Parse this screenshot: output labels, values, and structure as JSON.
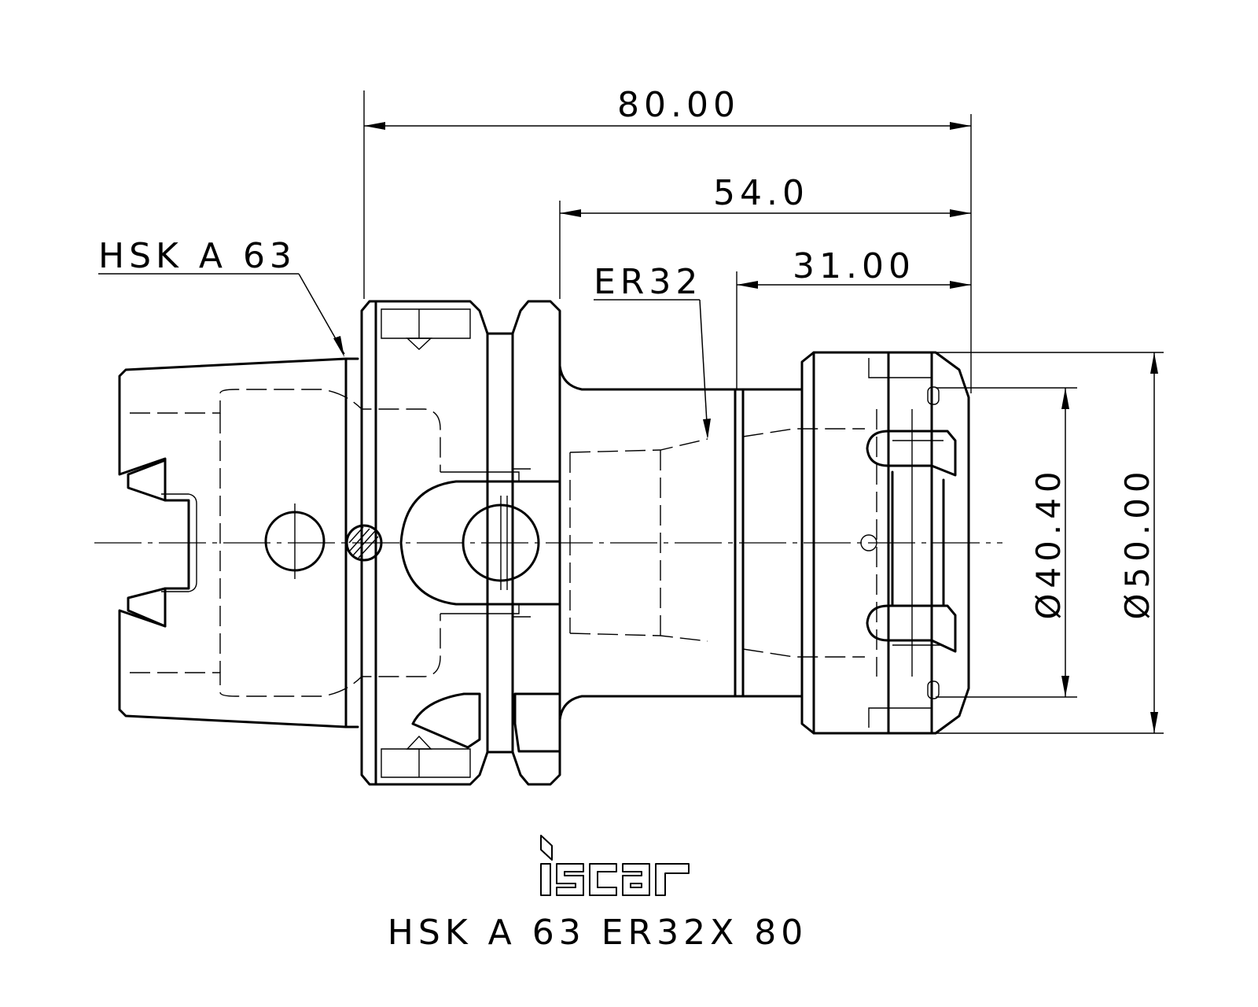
{
  "dimensions": {
    "overall_length": "80.00",
    "collet_length": "54.0",
    "nut_length": "31.00",
    "bore_diameter": "Ø40.40",
    "nut_diameter": "Ø50.00"
  },
  "callouts": {
    "shank": "HSK A 63",
    "collet": "ER32"
  },
  "logo": {
    "text": "iscar"
  },
  "part_number": "HSK A 63 ER32X 80",
  "colors": {
    "line": "#000000",
    "background": "#ffffff"
  }
}
